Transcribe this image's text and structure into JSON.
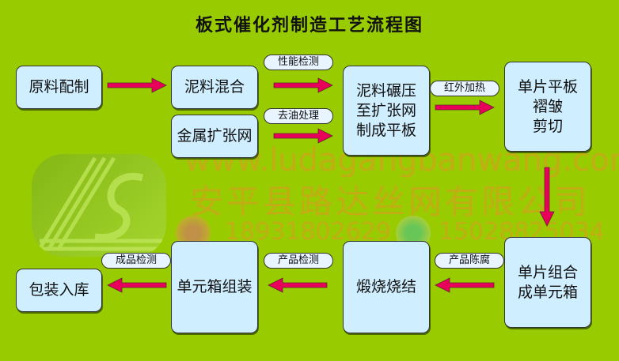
{
  "title": "板式催化剂制造工艺流程图",
  "colors": {
    "background": "#99cc00",
    "box_fill": "#cfeeff",
    "arrow": "#e8005a",
    "watermark": "#dd9a22"
  },
  "nodes": {
    "raw_mix": "原料配制",
    "mud_mix": "泥料混合",
    "metal_mesh": "金属扩张网",
    "press": "泥料碾压\n至扩张网\n制成平板",
    "single_plate": "单片平板\n褶皱\n剪切",
    "assemble_unit": "单片组合\n成单元箱",
    "calcine": "煅烧烧结",
    "unit_box": "单元箱组装",
    "package": "包装入库"
  },
  "edge_labels": {
    "performance_test": "性能检测",
    "degrease": "去油处理",
    "infrared_heat": "红外加热",
    "aging": "产品陈腐",
    "product_test": "产品检测",
    "finished_test": "成品检测"
  },
  "watermark": {
    "website": "www.ludagangbanwang.com",
    "company": "安平县路达丝网有限公司",
    "phone1": "18931802629",
    "phone2": "15028825034",
    "icons": [
      "logo-s",
      "phone-24h-icon",
      "phone-24h-icon"
    ]
  }
}
